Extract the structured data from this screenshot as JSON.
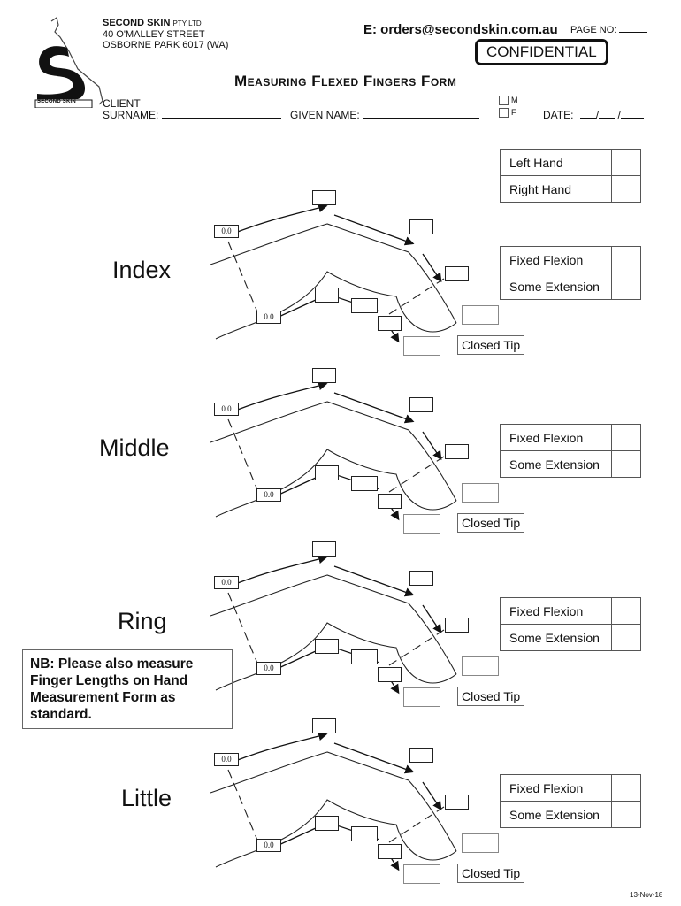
{
  "company": {
    "name": "SECOND SKIN",
    "suffix": "PTY LTD",
    "address_line1": "40 O'MALLEY STREET",
    "address_line2": "OSBORNE PARK 6017 (WA)",
    "logo_text": "SECOND SKIN",
    "email": "E: orders@secondskin.com.au",
    "page_no_label": "PAGE NO:"
  },
  "confidential_label": "CONFIDENTIAL",
  "form_title": "Measuring Flexed Fingers Form",
  "client": {
    "client_label": "CLIENT",
    "surname_label": "SURNAME:",
    "surname_value": "",
    "given_name_label": "GIVEN NAME:",
    "given_name_value": "",
    "sex_options": [
      "M",
      "F"
    ],
    "date_label": "DATE:",
    "date_separator": "/"
  },
  "hand_select": {
    "rows": [
      {
        "label": "Left Hand",
        "value": ""
      },
      {
        "label": "Right Hand",
        "value": ""
      }
    ]
  },
  "fingers": [
    {
      "name": "Index",
      "top_value": "0.0",
      "bottom_value": "0.0",
      "flexion_rows": [
        {
          "label": "Fixed Flexion",
          "value": ""
        },
        {
          "label": "Some Extension",
          "value": ""
        }
      ],
      "closed_tip_label": "Closed Tip"
    },
    {
      "name": "Middle",
      "top_value": "0.0",
      "bottom_value": "0.0",
      "flexion_rows": [
        {
          "label": "Fixed Flexion",
          "value": ""
        },
        {
          "label": "Some Extension",
          "value": ""
        }
      ],
      "closed_tip_label": "Closed Tip"
    },
    {
      "name": "Ring",
      "top_value": "0.0",
      "bottom_value": "0.0",
      "flexion_rows": [
        {
          "label": "Fixed Flexion",
          "value": ""
        },
        {
          "label": "Some Extension",
          "value": ""
        }
      ],
      "closed_tip_label": "Closed Tip"
    },
    {
      "name": "Little",
      "top_value": "0.0",
      "bottom_value": "0.0",
      "flexion_rows": [
        {
          "label": "Fixed Flexion",
          "value": ""
        },
        {
          "label": "Some Extension",
          "value": ""
        }
      ],
      "closed_tip_label": "Closed Tip"
    }
  ],
  "note": "NB: Please also measure Finger Lengths on Hand Measurement Form as standard.",
  "footer_date": "13-Nov-18"
}
